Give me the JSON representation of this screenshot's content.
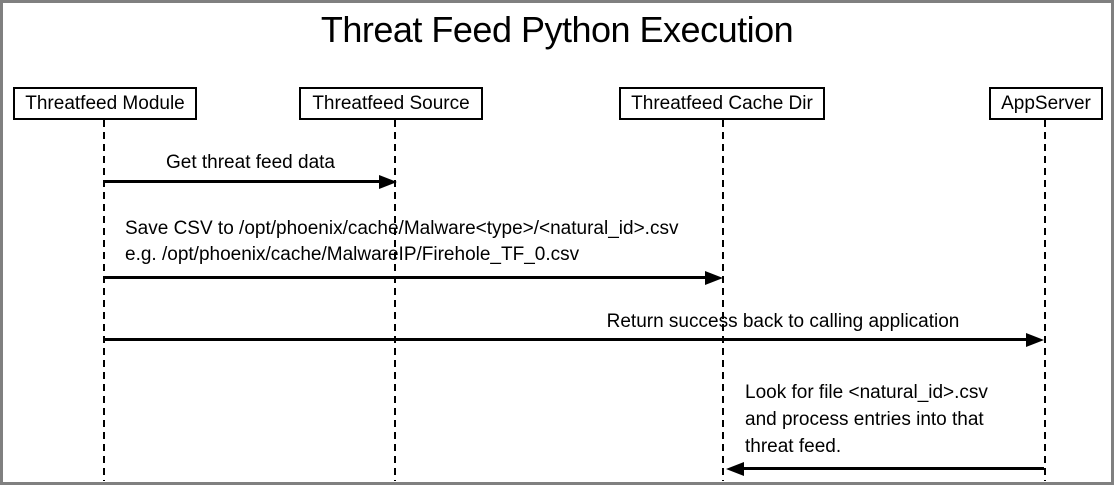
{
  "title": "Threat Feed Python Execution",
  "colors": {
    "background": "#ffffff",
    "text": "#000000",
    "line": "#000000",
    "frame_border": "#808080"
  },
  "diagram": {
    "type": "sequence",
    "actors": [
      {
        "id": "threatfeed-module",
        "label": "Threatfeed Module"
      },
      {
        "id": "threatfeed-source",
        "label": "Threatfeed Source"
      },
      {
        "id": "threatfeed-cache-dir",
        "label": "Threatfeed Cache Dir"
      },
      {
        "id": "appserver",
        "label": "AppServer"
      }
    ],
    "messages": [
      {
        "from": "Threatfeed Module",
        "to": "Threatfeed Source",
        "direction": "right",
        "lines": [
          "Get threat feed data"
        ]
      },
      {
        "from": "Threatfeed Module",
        "to": "Threatfeed Cache Dir",
        "direction": "right",
        "lines": [
          "Save CSV to /opt/phoenix/cache/Malware<type>/<natural_id>.csv",
          "e.g. /opt/phoenix/cache/MalwareIP/Firehole_TF_0.csv"
        ]
      },
      {
        "from": "Threatfeed Module",
        "to": "AppServer",
        "direction": "right",
        "lines": [
          "Return success back to calling application"
        ]
      },
      {
        "from": "AppServer",
        "to": "Threatfeed Cache Dir",
        "direction": "left",
        "lines": [
          "Look for file <natural_id>.csv",
          "and process entries into that",
          "threat feed."
        ]
      }
    ]
  }
}
